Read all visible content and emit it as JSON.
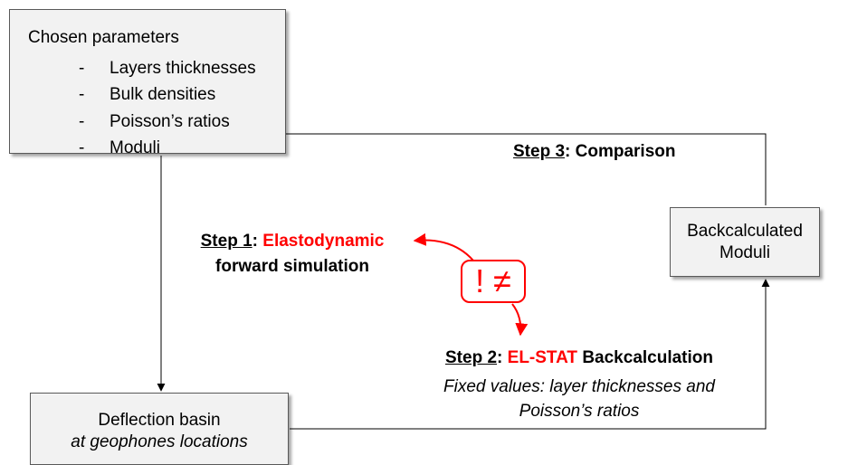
{
  "params_box": {
    "title": "Chosen parameters",
    "items": [
      "Layers thicknesses",
      "Bulk densities",
      "Poisson’s ratios",
      "Moduli"
    ],
    "dash": "-"
  },
  "backcalc_box": {
    "line1": "Backcalculated",
    "line2": "Moduli"
  },
  "deflection_box": {
    "line1": "Deflection basin",
    "line2": "at geophones locations"
  },
  "step1": {
    "step": "Step 1",
    "colon": ":",
    "highlight": "Elastodynamic",
    "rest": "forward simulation"
  },
  "step2": {
    "step": "Step 2",
    "colon": ":",
    "highlight": "EL-STAT",
    "rest": "Backcalculation",
    "note_line1": "Fixed values: layer thicknesses and",
    "note_line2": "Poisson’s ratios"
  },
  "step3": {
    "step": "Step 3",
    "rest": ": Comparison"
  },
  "mismatch_symbol": "! ≠",
  "colors": {
    "highlight": "#ff0000",
    "box_fill": "#f2f2f2",
    "box_border": "#595959"
  }
}
